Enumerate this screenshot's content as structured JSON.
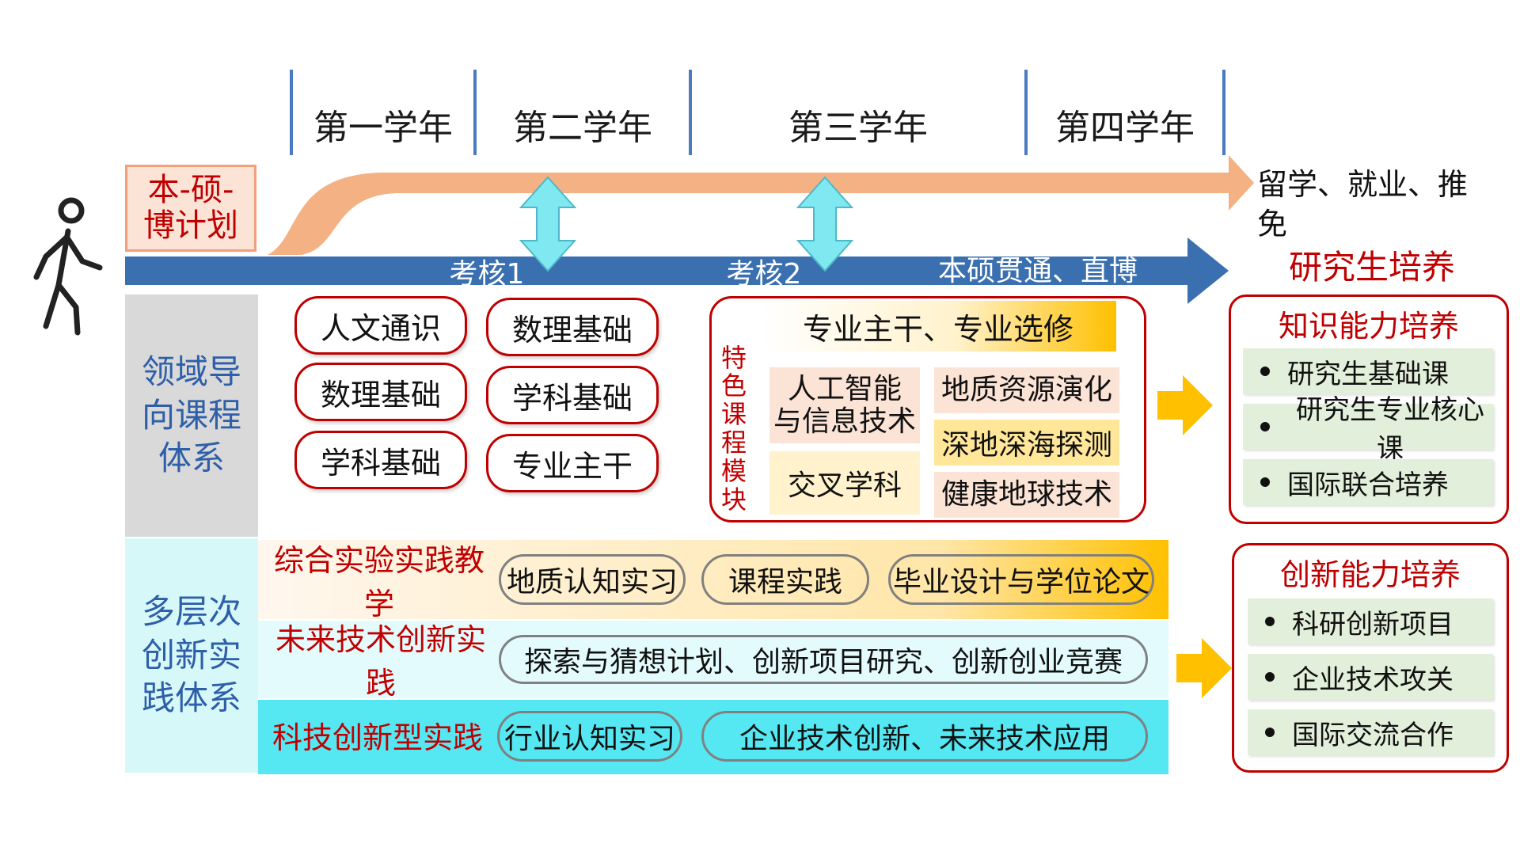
{
  "timeline": {
    "years": [
      "第一学年",
      "第二学年",
      "第三学年",
      "第四学年"
    ]
  },
  "plan": {
    "label_line1": "本-硕-",
    "label_line2": "博计划",
    "destination": "留学、就业、推免"
  },
  "main_arrow": {
    "labels": [
      "考核1",
      "考核2",
      "本硕贯通、直博"
    ]
  },
  "grad": {
    "title": "研究生培养"
  },
  "curriculum": {
    "label_lines": [
      "领域导",
      "向课程",
      "体系"
    ],
    "courses_col1": [
      "人文通识",
      "数理基础",
      "学科基础"
    ],
    "courses_col2": [
      "数理基础",
      "学科基础",
      "专业主干"
    ],
    "major": "专业主干、专业选修",
    "module_label_chars": [
      "特",
      "色",
      "课",
      "程",
      "模",
      "块"
    ],
    "module_cells": {
      "ai_line1": "人工智能",
      "ai_line2": "与信息技术",
      "cross": "交叉学科",
      "geo": "地质资源演化",
      "deep": "深地深海探测",
      "health": "健康地球技术"
    }
  },
  "practice": {
    "label_lines": [
      "多层次",
      "创新实",
      "践体系"
    ],
    "rows": [
      {
        "title": "综合实验实践教学",
        "pills": [
          "地质认知实习",
          "课程实践",
          "毕业设计与学位论文"
        ]
      },
      {
        "title": "未来技术创新实践",
        "pills": [
          "探索与猜想计划、创新项目研究、创新创业竞赛"
        ]
      },
      {
        "title": "科技创新型实践",
        "pills": [
          "行业认知实习",
          "企业技术创新、未来技术应用"
        ]
      }
    ]
  },
  "knowledge": {
    "title": "知识能力培养",
    "items": [
      "研究生基础课",
      "研究生专业核心课",
      "国际联合培养"
    ]
  },
  "innovation": {
    "title": "创新能力培养",
    "items": [
      "科研创新项目",
      "企业技术攻关",
      "国际交流合作"
    ]
  },
  "colors": {
    "red": "#c00000",
    "blue_arrow": "#3a6fb0",
    "orange_arrow": "#f4b183",
    "cyan_arrow": "#7fe8f0",
    "yellow_arrow": "#ffc000",
    "label_blue": "#2e5fa8"
  },
  "icons": {
    "person": "walking-person-icon"
  }
}
